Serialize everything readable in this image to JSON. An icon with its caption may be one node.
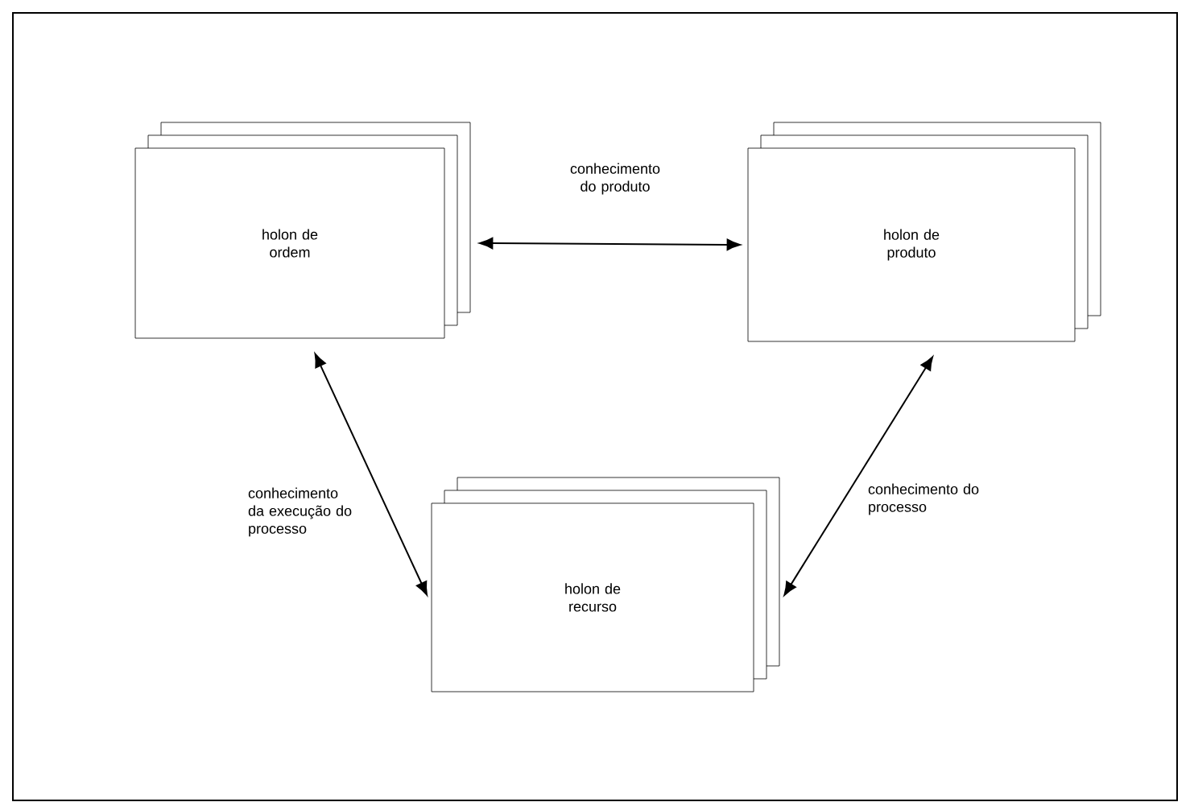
{
  "diagram": {
    "nodes": [
      {
        "text": [
          "holon de ordem"
        ]
      },
      {
        "text": [
          "holon de produto"
        ]
      },
      {
        "text": [
          "holon de recurso"
        ]
      }
    ],
    "edges": [
      {
        "from": 0,
        "to": 1,
        "arrow": "both",
        "label": "conhecimento do produto"
      },
      {
        "from": 0,
        "to": 2,
        "arrow": "both",
        "label": "conhecimento da execução do processo"
      },
      {
        "from": 1,
        "to": 2,
        "arrow": "both",
        "label": "conhecimento do processo"
      }
    ]
  }
}
